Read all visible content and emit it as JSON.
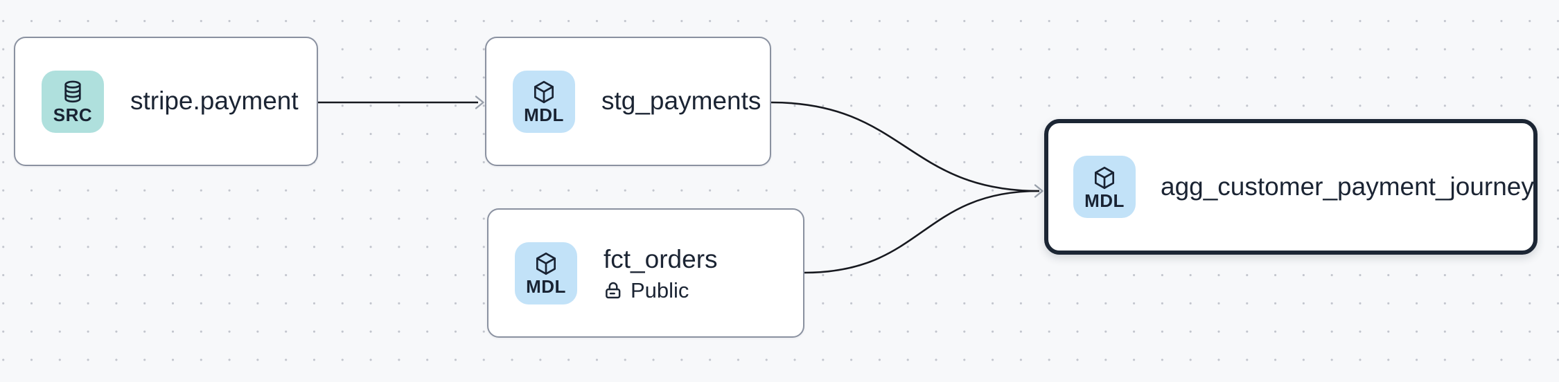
{
  "diagram": {
    "type": "lineage-graph",
    "background_color": "#f7f8fa",
    "dot_grid_color": "#c2c5cd",
    "edge_color": "#17191f",
    "arrowhead_color": "#99a0ab",
    "node_border_color": "#8a91a0",
    "selected_border_color": "#1c2634",
    "src_badge_bg": "#afe0dd",
    "mdl_badge_bg": "#c2e2f8",
    "text_color": "#1b2433",
    "nodes": [
      {
        "id": "stripe.payment",
        "title": "stripe.payment",
        "badge": "SRC",
        "icon": "database-icon",
        "selected": false
      },
      {
        "id": "stg_payments",
        "title": "stg_payments",
        "badge": "MDL",
        "icon": "cube-icon",
        "selected": false
      },
      {
        "id": "fct_orders",
        "title": "fct_orders",
        "badge": "MDL",
        "icon": "cube-icon",
        "selected": false,
        "access": "Public",
        "access_icon": "lock-open-icon"
      },
      {
        "id": "agg_customer_payment_journey",
        "title": "agg_customer_payment_journey",
        "badge": "MDL",
        "icon": "cube-icon",
        "selected": true
      }
    ],
    "edges": [
      {
        "source": "stripe.payment",
        "target": "stg_payments"
      },
      {
        "source": "stg_payments",
        "target": "agg_customer_payment_journey"
      },
      {
        "source": "fct_orders",
        "target": "agg_customer_payment_journey"
      }
    ]
  }
}
